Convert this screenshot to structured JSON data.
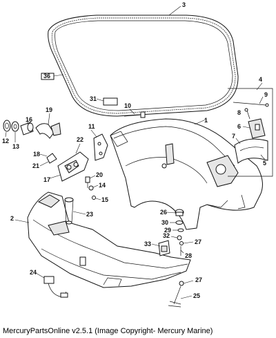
{
  "caption": "MercuryPartsOnline v2.5.1 (Image Copyright- Mercury Marine)",
  "callouts": {
    "c1": "1",
    "c2": "2",
    "c3": "3",
    "c4": "4",
    "c5": "5",
    "c6": "6",
    "c7": "7",
    "c8": "8",
    "c9": "9",
    "c10": "10",
    "c11": "11",
    "c12": "12",
    "c13": "13",
    "c14": "14",
    "c15": "15",
    "c16": "16",
    "c17": "17",
    "c18": "18",
    "c19": "19",
    "c20": "20",
    "c21": "21",
    "c22": "22",
    "c23": "23",
    "c24": "24",
    "c25": "25",
    "c26": "26",
    "c27a": "27",
    "c27b": "27",
    "c28": "28",
    "c29": "29",
    "c30": "30",
    "c31": "31",
    "c32": "32",
    "c33": "33",
    "c36": "36"
  }
}
